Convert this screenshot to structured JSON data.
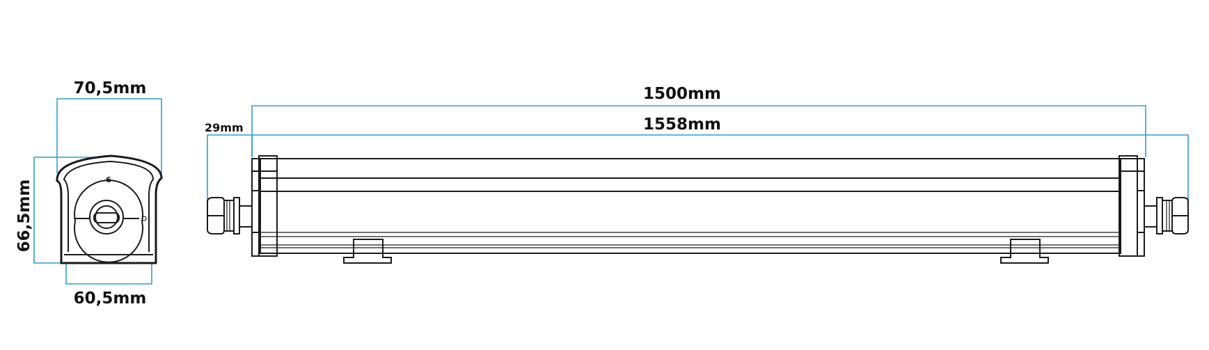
{
  "colors": {
    "dimension_line": "#2a9fd0",
    "outline": "#1a1a1a",
    "background": "#ffffff"
  },
  "end_view": {
    "width_top_label": "70,5mm",
    "height_label": "66,5mm",
    "width_bottom_label": "60,5mm",
    "cap_marking": "6"
  },
  "side_view": {
    "inner_length_label": "1500mm",
    "total_length_label": "1558mm",
    "gland_label": "29mm"
  }
}
